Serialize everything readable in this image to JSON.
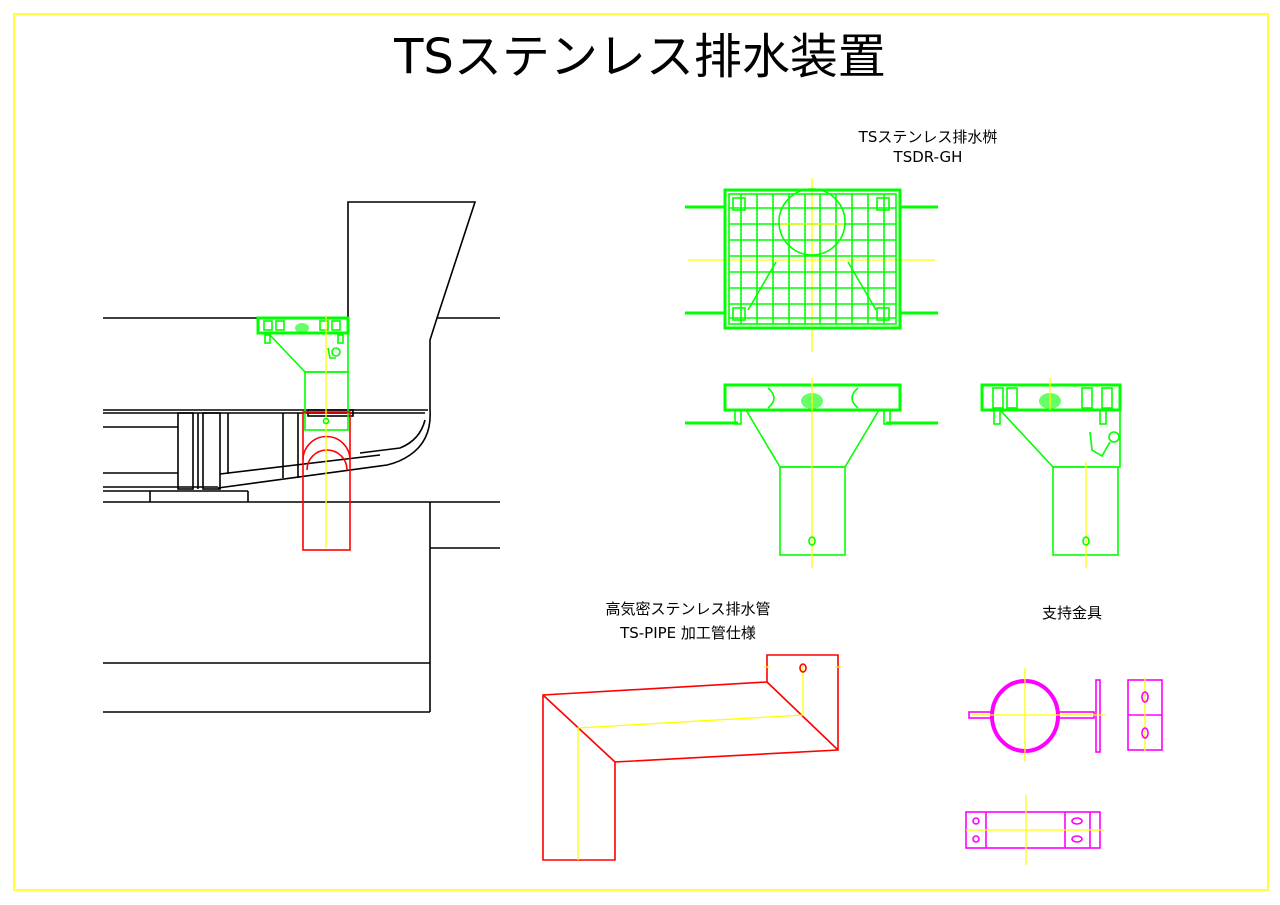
{
  "title": "TSステンレス排水装置",
  "labels": {
    "basin_name": "TSステンレス排水桝",
    "basin_model": "TSDR-GH",
    "pipe_name": "高気密ステンレス排水管",
    "pipe_spec": "TS-PIPE 加工管仕様",
    "bracket_name": "支持金具"
  },
  "colors": {
    "border": "#ffff00",
    "basin": "#00ff00",
    "pipe": "#ff0000",
    "bracket": "#ff00ff",
    "center_line": "#ffff00",
    "structure": "#000000"
  }
}
